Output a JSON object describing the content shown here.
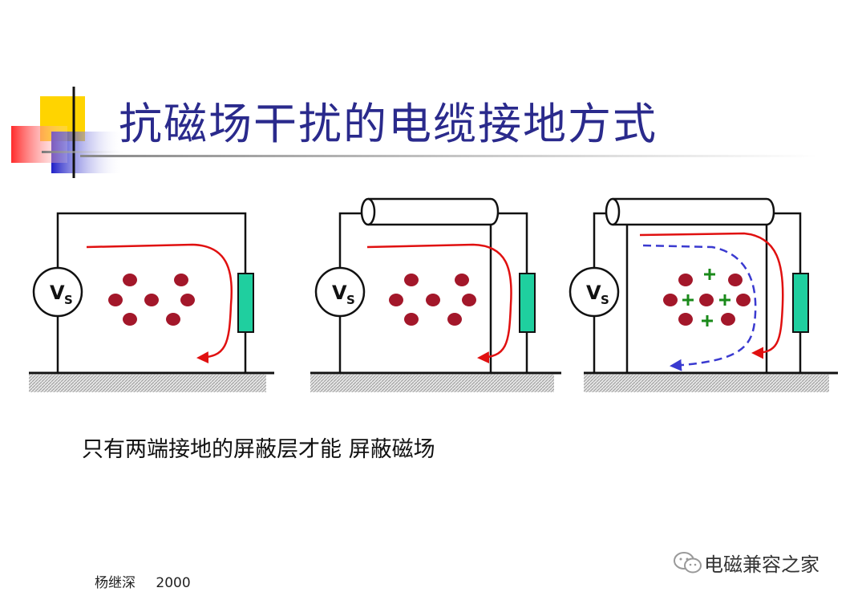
{
  "slide": {
    "title": "抗磁场干扰的电缆接地方式",
    "caption": "只有两端接地的屏蔽层才能 屏蔽磁场",
    "author": "杨继深",
    "year": "2000",
    "watermark": "电磁兼容之家"
  },
  "diagrams": [
    {
      "source_label": "V",
      "source_sub": "S",
      "shield": "none"
    },
    {
      "source_label": "V",
      "source_sub": "S",
      "shield": "one-end"
    },
    {
      "source_label": "V",
      "source_sub": "S",
      "shield": "both-ends"
    }
  ],
  "colors": {
    "title": "#2a2a8c",
    "current": "#e01010",
    "field_dot": "#a3172a",
    "load": "#1fcf9f",
    "shield_current": "#3a3ad0",
    "plus": "#1a8a1a"
  }
}
